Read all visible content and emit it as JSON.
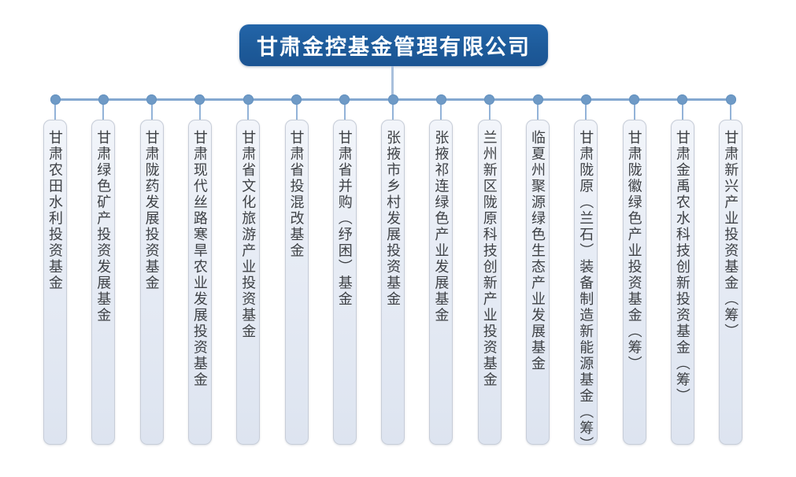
{
  "org_chart": {
    "root": "甘肃金控基金管理有限公司",
    "funds": [
      "甘肃农田水利投资基金",
      "甘肃绿色矿产投资发展基金",
      "甘肃陇药发展投资基金",
      "甘肃现代丝路寒旱农业发展投资基金",
      "甘肃省文化旅游产业投资基金",
      "甘肃省投混改基金",
      "甘肃省并购（纾困）基金",
      "张掖市乡村发展投资基金",
      "张掖祁连绿色产业发展基金",
      "兰州新区陇原科技创新产业投资基金",
      "临夏州聚源绿色生态产业发展基金",
      "甘肃陇原（兰石）装备制造新能源基金（筹）",
      "甘肃陇徽绿色产业投资基金（筹）",
      "甘肃金禹农水科技创新投资基金（筹）",
      "甘肃新兴产业投资基金（筹）"
    ]
  },
  "colors": {
    "root_bg": "#1d5a99",
    "root_text": "#ffffff",
    "connector_line": "#84a8d0",
    "connector_dot": "#6f9ac6",
    "node_bg": "#e7ecf5",
    "node_border": "#c7cdd8",
    "node_text": "#3e4145"
  }
}
